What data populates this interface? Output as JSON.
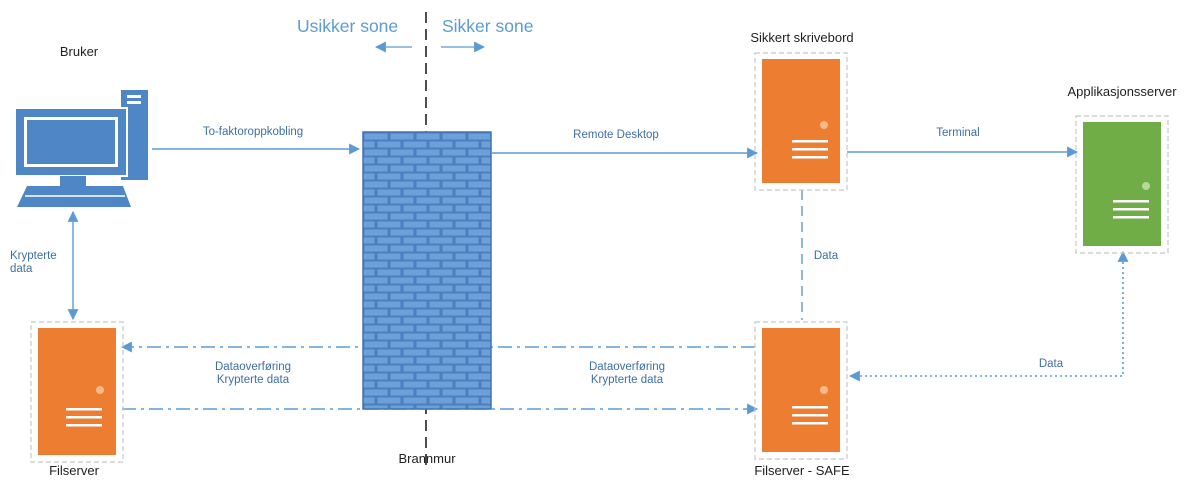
{
  "zones": {
    "insecure": "Usikker sone",
    "secure": "Sikker sone"
  },
  "nodes": {
    "user": "Bruker",
    "secure_desktop": "Sikkert skrivebord",
    "app_server": "Applikasjonsserver",
    "firewall": "Brannmur",
    "file_server": "Filserver",
    "file_server_safe": "Filserver - SAFE"
  },
  "edges": {
    "two_factor": "To-faktoroppkobling",
    "remote_desktop": "Remote Desktop",
    "terminal": "Terminal",
    "encrypted_data": {
      "line1": "Krypterte",
      "line2": "data"
    },
    "data_vertical": "Data",
    "data_app": "Data",
    "transfer_left": {
      "line1": "Dataoverføring",
      "line2": "Krypterte data"
    },
    "transfer_right": {
      "line1": "Dataoverføring",
      "line2": "Krypterte data"
    }
  },
  "colors": {
    "line": "#5b9bd5",
    "wall": "#4a7fc1",
    "server_orange": "#ed7d31",
    "server_green": "#70ad47",
    "computer": "#4f86c6"
  }
}
